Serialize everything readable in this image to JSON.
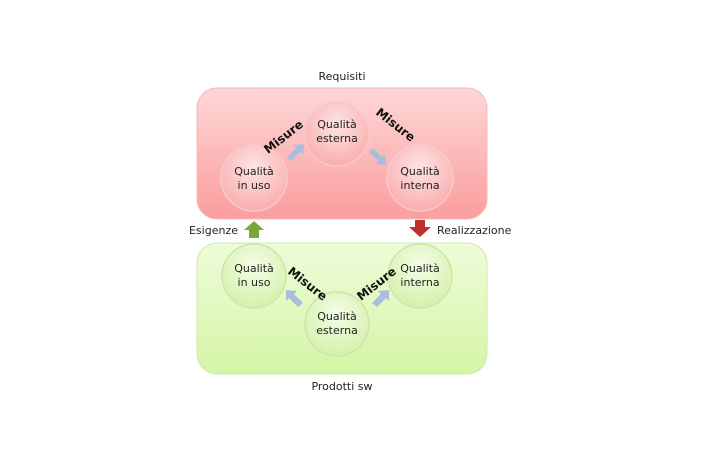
{
  "diagram": {
    "top_group": {
      "title": "Requisiti",
      "nodes": [
        {
          "id": "top-in-uso",
          "line1": "Qualità",
          "line2": "in uso"
        },
        {
          "id": "top-esterna",
          "line1": "Qualità",
          "line2": "esterna"
        },
        {
          "id": "top-interna",
          "line1": "Qualità",
          "line2": "interna"
        }
      ],
      "edge_labels": [
        "Misure",
        "Misure"
      ]
    },
    "bottom_group": {
      "title": "Prodotti sw",
      "nodes": [
        {
          "id": "bot-in-uso",
          "line1": "Qualità",
          "line2": "in uso"
        },
        {
          "id": "bot-esterna",
          "line1": "Qualità",
          "line2": "esterna"
        },
        {
          "id": "bot-interna",
          "line1": "Qualità",
          "line2": "interna"
        }
      ],
      "edge_labels": [
        "Misure",
        "Misure"
      ]
    },
    "connectors": {
      "left_label": "Esigenze",
      "right_label": "Realizzazione"
    },
    "colors": {
      "top_fill": "#fdc4c4",
      "bottom_fill": "#e2f9c2",
      "up_arrow": "#77a83a",
      "down_arrow": "#c0302c",
      "flow_arrow": "#a9bedc"
    }
  }
}
